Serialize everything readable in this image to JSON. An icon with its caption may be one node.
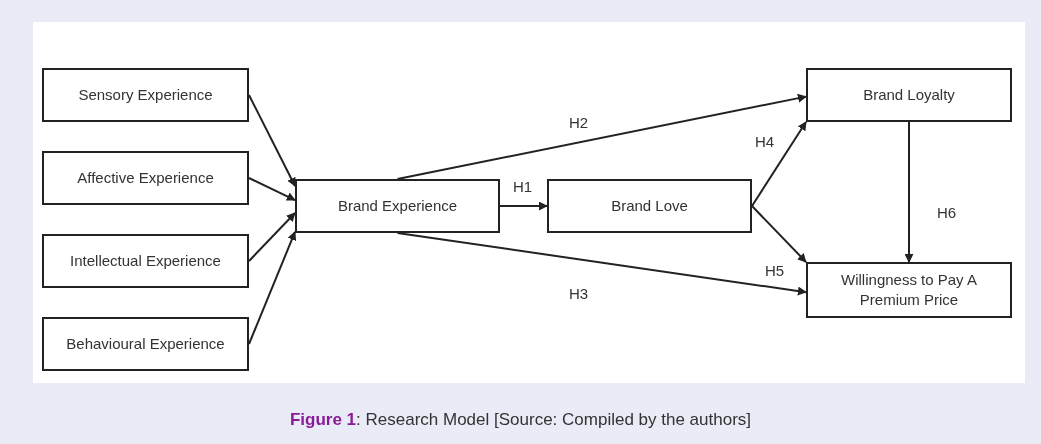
{
  "diagram": {
    "caption": "**Figure 1**: Research Model [Source: Compiled by the authors]",
    "nodes": [
      {
        "text": [
          "Sensory Experience"
        ]
      },
      {
        "text": [
          "Affective Experience"
        ]
      },
      {
        "text": [
          "Intellectual Experience"
        ]
      },
      {
        "text": [
          "Behavioural Experience"
        ]
      },
      {
        "text": [
          "Brand Experience"
        ]
      },
      {
        "text": [
          "Brand Love"
        ]
      },
      {
        "text": [
          "Brand Loyalty"
        ]
      },
      {
        "text": [
          "Willingness to Pay A Premium Price"
        ]
      }
    ],
    "edges": [
      {
        "from": 0,
        "to": 4,
        "arrow": "to"
      },
      {
        "from": 1,
        "to": 4,
        "arrow": "to"
      },
      {
        "from": 2,
        "to": 4,
        "arrow": "to"
      },
      {
        "from": 3,
        "to": 4,
        "arrow": "to"
      },
      {
        "from": 4,
        "to": 5,
        "arrow": "to",
        "label": "H1"
      },
      {
        "from": 4,
        "to": 6,
        "arrow": "to",
        "label": "H2"
      },
      {
        "from": 4,
        "to": 7,
        "arrow": "to",
        "label": "H3"
      },
      {
        "from": 5,
        "to": 6,
        "arrow": "to",
        "label": "H4"
      },
      {
        "from": 5,
        "to": 7,
        "arrow": "to",
        "label": "H5"
      },
      {
        "from": 6,
        "to": 7,
        "arrow": "to",
        "label": "H6"
      }
    ]
  }
}
